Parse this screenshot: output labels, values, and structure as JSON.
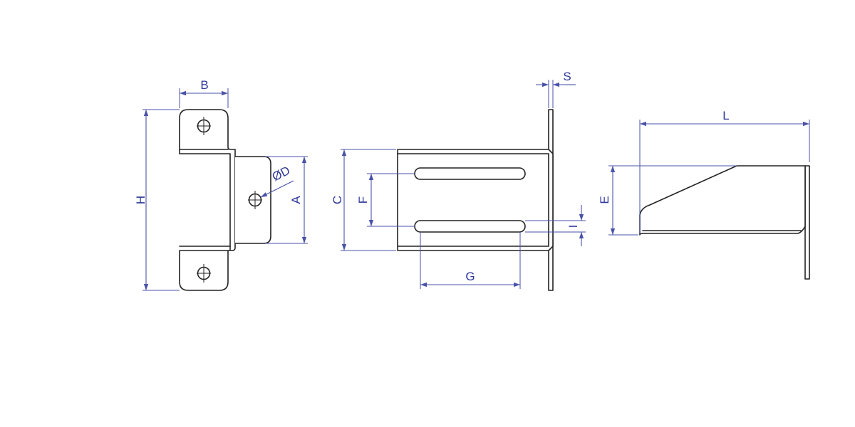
{
  "labels": {
    "B": "B",
    "H": "H",
    "D": "ØD",
    "A": "A",
    "S": "S",
    "C": "C",
    "F": "F",
    "I": "I",
    "G": "G",
    "L": "L",
    "E": "E"
  },
  "colors": {
    "dimension": "#4a52a8",
    "outline": "#222222",
    "label": "#2f3799"
  }
}
